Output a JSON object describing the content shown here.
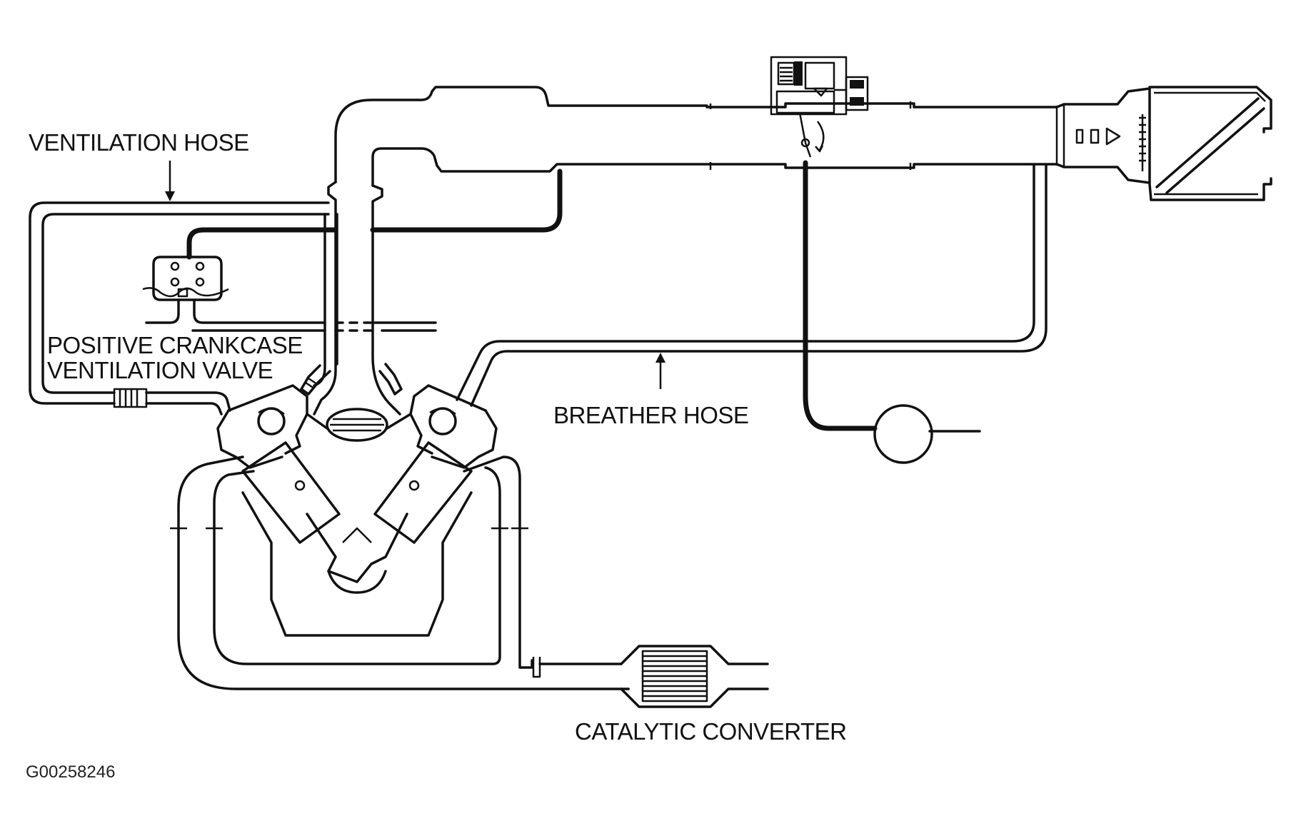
{
  "labels": {
    "ventilation_hose": "VENTILATION HOSE",
    "pcv_line1": "POSITIVE CRANKCASE",
    "pcv_line2": "VENTILATION VALVE",
    "breather_hose": "BREATHER HOSE",
    "catalytic_converter": "CATALYTIC CONVERTER"
  },
  "figure_id": "G00258246"
}
